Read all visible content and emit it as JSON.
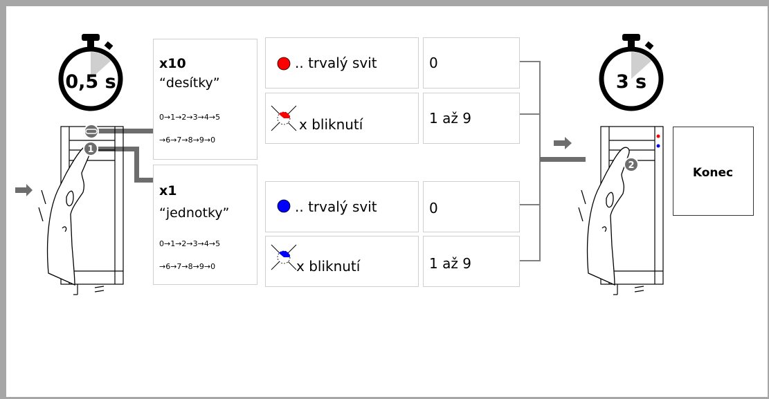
{
  "timer_left": {
    "label": "0,5 s"
  },
  "timer_right": {
    "label": "3 s"
  },
  "tens": {
    "title": "x10",
    "subtitle": "“desítky”",
    "sequence_line1": "0→1→2→3→4→5",
    "sequence_line2": "→6→7→8→9→0"
  },
  "ones": {
    "title": "x1",
    "subtitle": "“jednotky”",
    "sequence_line1": "0→1→2→3→4→5",
    "sequence_line2": "→6→7→8→9→0"
  },
  "led_rows": [
    {
      "description": ".. trvalý svit",
      "value": "0",
      "led_color": "#ff0000"
    },
    {
      "description": "x bliknutí",
      "value": "1 až 9",
      "led_color": "#ff0000"
    },
    {
      "description": ".. trvalý svit",
      "value": "0",
      "led_color": "#0000ff"
    },
    {
      "description": "x bliknutí",
      "value": "1 až 9",
      "led_color": "#0000ff"
    }
  ],
  "device_left": {
    "button_1": "1"
  },
  "device_right": {
    "button_2": "2"
  },
  "end_box": {
    "label": "Konec"
  },
  "colors": {
    "frame": "#a6a6a6",
    "connector": "#6d6d6d",
    "line": "#7f7f7f",
    "red": "#ff0000",
    "blue": "#0000ff"
  }
}
